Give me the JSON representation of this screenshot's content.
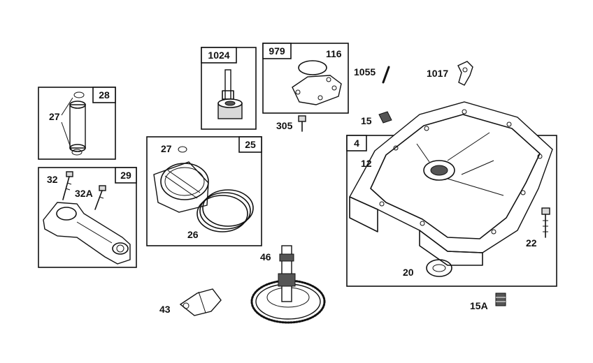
{
  "boxes": {
    "b28": "28",
    "b29": "29",
    "b1024": "1024",
    "b979": "979",
    "b25": "25",
    "b4": "4"
  },
  "labels": {
    "l27a": "27",
    "l32": "32",
    "l32a": "32A",
    "l116": "116",
    "l305": "305",
    "l1055": "1055",
    "l1017": "1017",
    "l15": "15",
    "l12": "12",
    "l27b": "27",
    "l26": "26",
    "l46": "46",
    "l43": "43",
    "l22": "22",
    "l20": "20",
    "l15a": "15A"
  }
}
